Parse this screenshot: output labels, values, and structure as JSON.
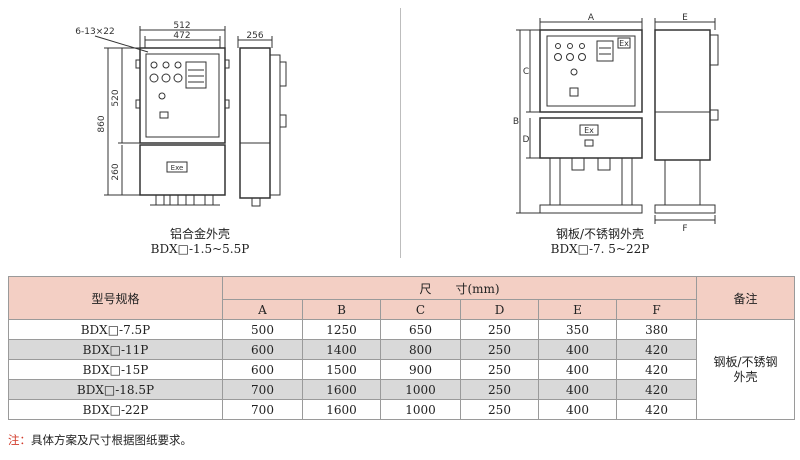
{
  "left_drawing": {
    "dims": {
      "top_outer": "512",
      "top_inner": "472",
      "holes": "6-13×22",
      "side_depth": "256",
      "height_total": "860",
      "height_upper": "520",
      "height_lower": "260"
    },
    "label_ex": "Exe",
    "caption_name": "铝合金外壳",
    "caption_model": "BDX□-1.5~5.5P"
  },
  "right_drawing": {
    "dims": {
      "a": "A",
      "b": "B",
      "c": "C",
      "d": "D",
      "e": "E",
      "f": "F"
    },
    "label_ex_top": "Ex",
    "label_ex_mid": "Ex",
    "caption_name": "钢板/不锈钢外壳",
    "caption_model": "BDX□-7. 5~22P"
  },
  "table": {
    "model_header": "型号规格",
    "size_header": "尺　　寸(mm)",
    "note_header": "备注",
    "columns": [
      "A",
      "B",
      "C",
      "D",
      "E",
      "F"
    ],
    "rows": [
      {
        "model": "BDX□-7.5P",
        "values": [
          "500",
          "1250",
          "650",
          "250",
          "350",
          "380"
        ]
      },
      {
        "model": "BDX□-11P",
        "values": [
          "600",
          "1400",
          "800",
          "250",
          "400",
          "420"
        ]
      },
      {
        "model": "BDX□-15P",
        "values": [
          "600",
          "1500",
          "900",
          "250",
          "400",
          "420"
        ]
      },
      {
        "model": "BDX□-18.5P",
        "values": [
          "700",
          "1600",
          "1000",
          "250",
          "400",
          "420"
        ]
      },
      {
        "model": "BDX□-22P",
        "values": [
          "700",
          "1600",
          "1000",
          "250",
          "400",
          "420"
        ]
      }
    ],
    "note_line1": "钢板/不锈钢",
    "note_line2": "外壳"
  },
  "footnote": {
    "lead": "注：",
    "text": "具体方案及尺寸根据图纸要求。"
  }
}
